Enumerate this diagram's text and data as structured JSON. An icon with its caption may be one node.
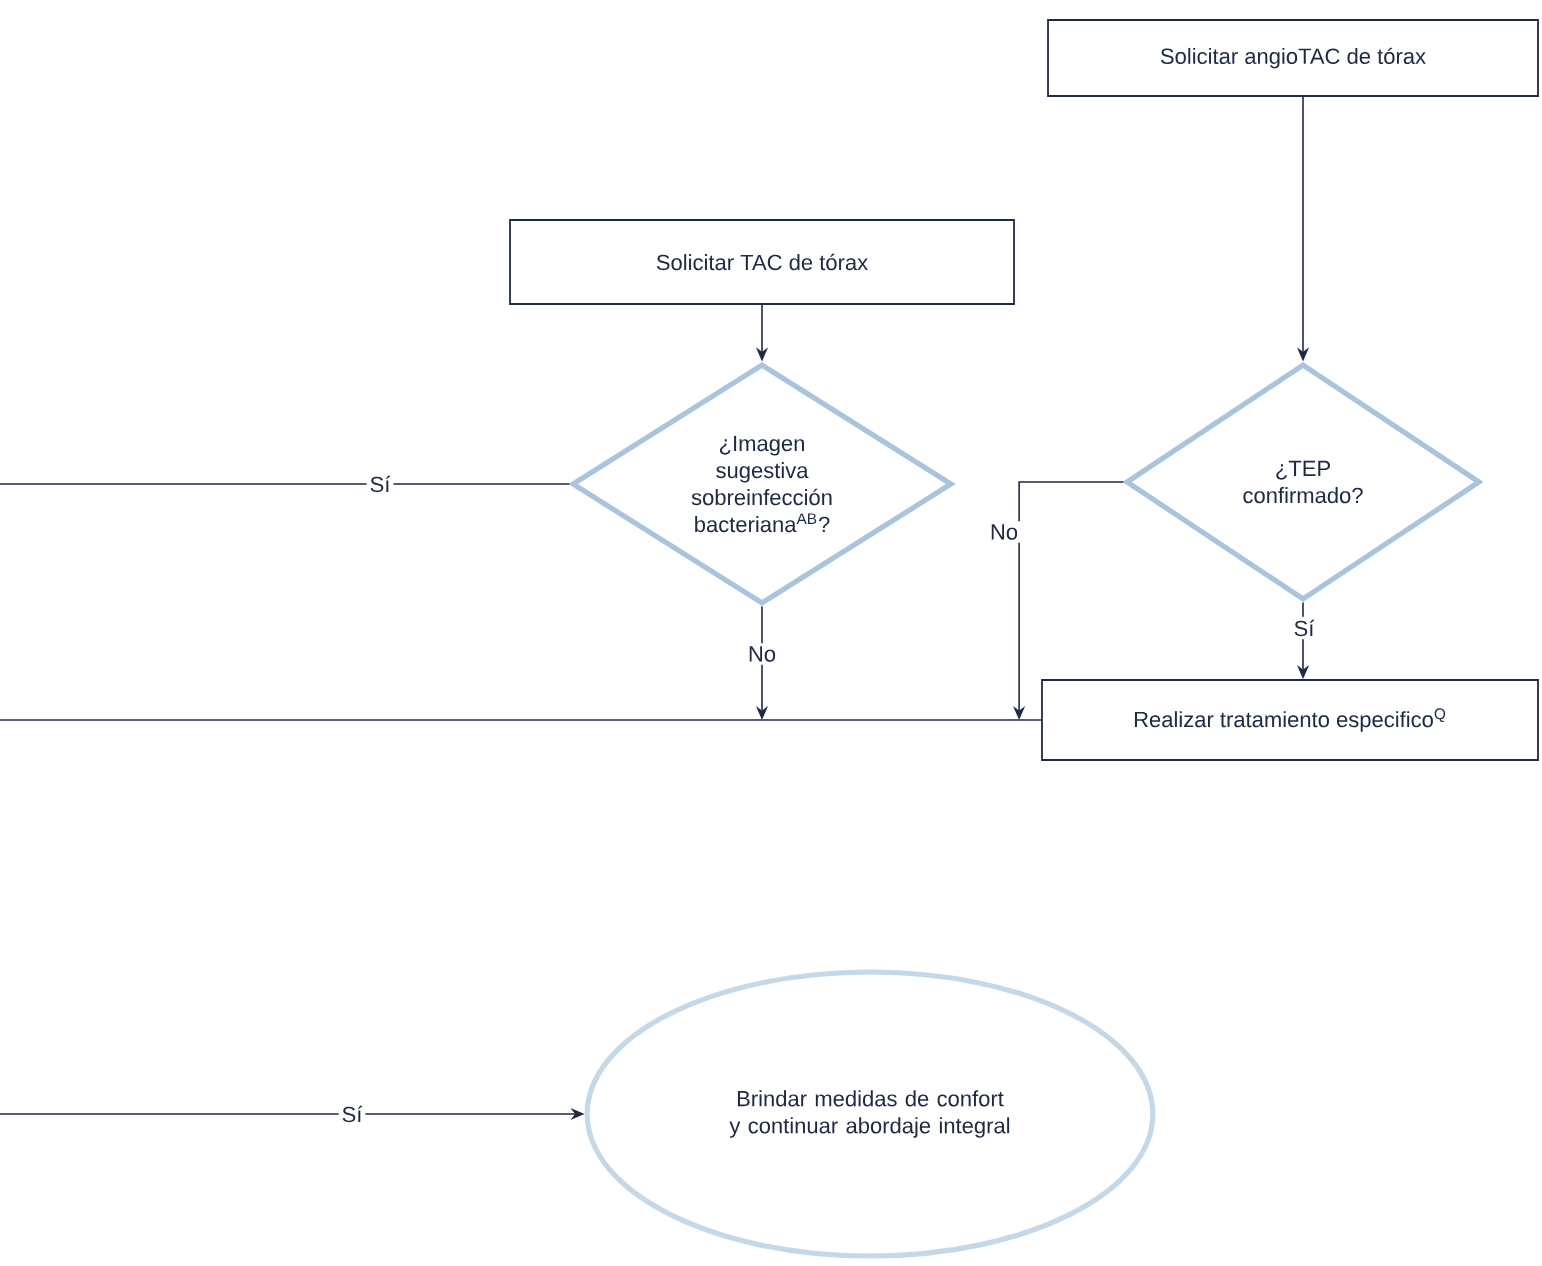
{
  "diagram": {
    "nodes": [
      {
        "text": [
          "Solicitar angioTAC de tórax"
        ]
      },
      {
        "text": [
          "Solicitar TAC de tórax"
        ]
      },
      {
        "text": [
          "¿Imagen sugestiva sobreinfección bacteriana$^{AB}$?"
        ]
      },
      {
        "text": [
          "¿TEP confirmado?"
        ]
      },
      {
        "text": [
          "Realizar tratamiento especifico$^{Q}$"
        ]
      },
      {
        "text": [
          "Brindar medidas de confort y continuar abordaje integral"
        ]
      }
    ],
    "edges": [
      {
        "from": 0,
        "to": 3,
        "arrow": "to"
      },
      {
        "from": 1,
        "to": 2,
        "arrow": "to"
      },
      {
        "from": 2,
        "to": null,
        "arrow": "none",
        "label": "Sí"
      },
      {
        "from": 2,
        "to": null,
        "arrow": "to",
        "label": "No"
      },
      {
        "from": 3,
        "to": 4,
        "arrow": "to",
        "label": "No"
      },
      {
        "from": 3,
        "to": 4,
        "arrow": "to",
        "label": "Sí"
      },
      {
        "from": null,
        "to": 4,
        "arrow": "none"
      },
      {
        "from": null,
        "to": 5,
        "arrow": "to",
        "label": "Sí"
      }
    ]
  }
}
